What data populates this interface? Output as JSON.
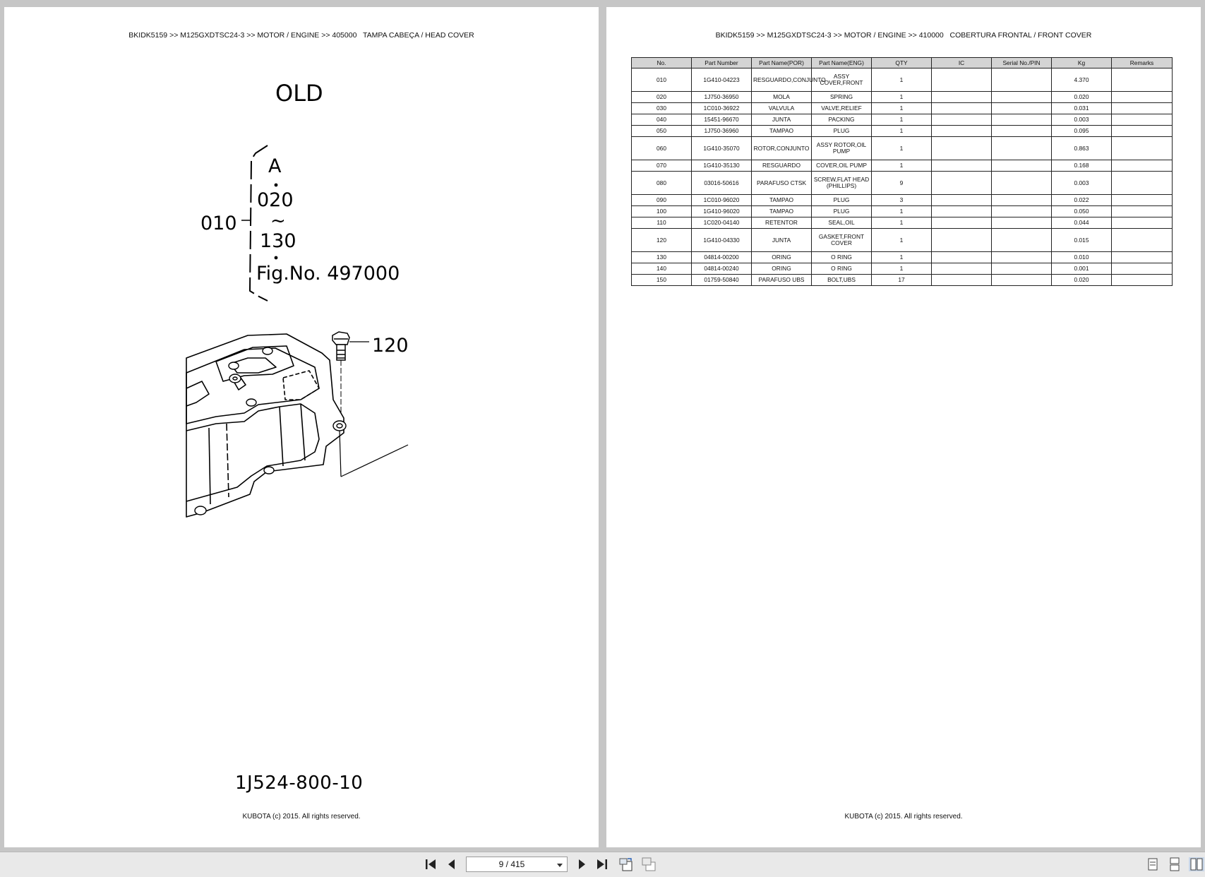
{
  "left_page": {
    "header": "BKIDK5159 >> M125GXDTSC24-3 >> MOTOR / ENGINE >> 405000   TAMPA CABEÇA / HEAD COVER",
    "figure": {
      "old_label": "OLD",
      "bracket_letter": "A",
      "range_start": "020",
      "range_sep": "~",
      "range_end": "130",
      "fig_ref": "Fig.No. 497000",
      "callout_010": "010",
      "callout_120": "120",
      "drawing_code": "1J524-800-10"
    },
    "footer": "KUBOTA (c) 2015. All rights reserved."
  },
  "right_page": {
    "header": "BKIDK5159 >> M125GXDTSC24-3 >> MOTOR / ENGINE >> 410000   COBERTURA FRONTAL / FRONT COVER",
    "table": {
      "columns": [
        "No.",
        "Part Number",
        "Part Name(POR)",
        "Part Name(ENG)",
        "QTY",
        "IC",
        "Serial No./PIN",
        "Kg",
        "Remarks"
      ],
      "rows": [
        {
          "no": "010",
          "part_number": "1G410-04223",
          "name_por": "RESGUARDO,CONJUNTO",
          "name_eng": "ASSY COVER,FRONT",
          "qty": "1",
          "ic": "",
          "serial": "",
          "kg": "4.370",
          "remarks": ""
        },
        {
          "no": "020",
          "part_number": "1J750-36950",
          "name_por": "MOLA",
          "name_eng": "SPRING",
          "qty": "1",
          "ic": "",
          "serial": "",
          "kg": "0.020",
          "remarks": ""
        },
        {
          "no": "030",
          "part_number": "1C010-36922",
          "name_por": "VALVULA",
          "name_eng": "VALVE,RELIEF",
          "qty": "1",
          "ic": "",
          "serial": "",
          "kg": "0.031",
          "remarks": ""
        },
        {
          "no": "040",
          "part_number": "15451-96670",
          "name_por": "JUNTA",
          "name_eng": "PACKING",
          "qty": "1",
          "ic": "",
          "serial": "",
          "kg": "0.003",
          "remarks": ""
        },
        {
          "no": "050",
          "part_number": "1J750-36960",
          "name_por": "TAMPAO",
          "name_eng": "PLUG",
          "qty": "1",
          "ic": "",
          "serial": "",
          "kg": "0.095",
          "remarks": ""
        },
        {
          "no": "060",
          "part_number": "1G410-35070",
          "name_por": "ROTOR,CONJUNTO",
          "name_eng": "ASSY ROTOR,OIL PUMP",
          "qty": "1",
          "ic": "",
          "serial": "",
          "kg": "0.863",
          "remarks": ""
        },
        {
          "no": "070",
          "part_number": "1G410-35130",
          "name_por": "RESGUARDO",
          "name_eng": "COVER,OIL PUMP",
          "qty": "1",
          "ic": "",
          "serial": "",
          "kg": "0.168",
          "remarks": ""
        },
        {
          "no": "080",
          "part_number": "03016-50616",
          "name_por": "PARAFUSO CTSK",
          "name_eng": "SCREW,FLAT HEAD (PHILLIPS)",
          "qty": "9",
          "ic": "",
          "serial": "",
          "kg": "0.003",
          "remarks": ""
        },
        {
          "no": "090",
          "part_number": "1C010-96020",
          "name_por": "TAMPAO",
          "name_eng": "PLUG",
          "qty": "3",
          "ic": "",
          "serial": "",
          "kg": "0.022",
          "remarks": ""
        },
        {
          "no": "100",
          "part_number": "1G410-96020",
          "name_por": "TAMPAO",
          "name_eng": "PLUG",
          "qty": "1",
          "ic": "",
          "serial": "",
          "kg": "0.050",
          "remarks": ""
        },
        {
          "no": "110",
          "part_number": "1C020-04140",
          "name_por": "RETENTOR",
          "name_eng": "SEAL,OIL",
          "qty": "1",
          "ic": "",
          "serial": "",
          "kg": "0.044",
          "remarks": ""
        },
        {
          "no": "120",
          "part_number": "1G410-04330",
          "name_por": "JUNTA",
          "name_eng": "GASKET,FRONT COVER",
          "qty": "1",
          "ic": "",
          "serial": "",
          "kg": "0.015",
          "remarks": ""
        },
        {
          "no": "130",
          "part_number": "04814-00200",
          "name_por": "ORING",
          "name_eng": "O RING",
          "qty": "1",
          "ic": "",
          "serial": "",
          "kg": "0.010",
          "remarks": ""
        },
        {
          "no": "140",
          "part_number": "04814-00240",
          "name_por": "ORING",
          "name_eng": "O RING",
          "qty": "1",
          "ic": "",
          "serial": "",
          "kg": "0.001",
          "remarks": ""
        },
        {
          "no": "150",
          "part_number": "01759-50840",
          "name_por": "PARAFUSO UBS",
          "name_eng": "BOLT,UBS",
          "qty": "17",
          "ic": "",
          "serial": "",
          "kg": "0.020",
          "remarks": ""
        }
      ]
    },
    "footer": "KUBOTA (c) 2015. All rights reserved."
  },
  "toolbar": {
    "page_indicator": "9 / 415",
    "icons": [
      "first-page-icon",
      "previous-page-icon",
      "next-page-icon",
      "last-page-icon",
      "rotate-icon",
      "fit-icon",
      "single-page-view-icon",
      "continuous-view-icon",
      "two-page-view-icon"
    ]
  }
}
